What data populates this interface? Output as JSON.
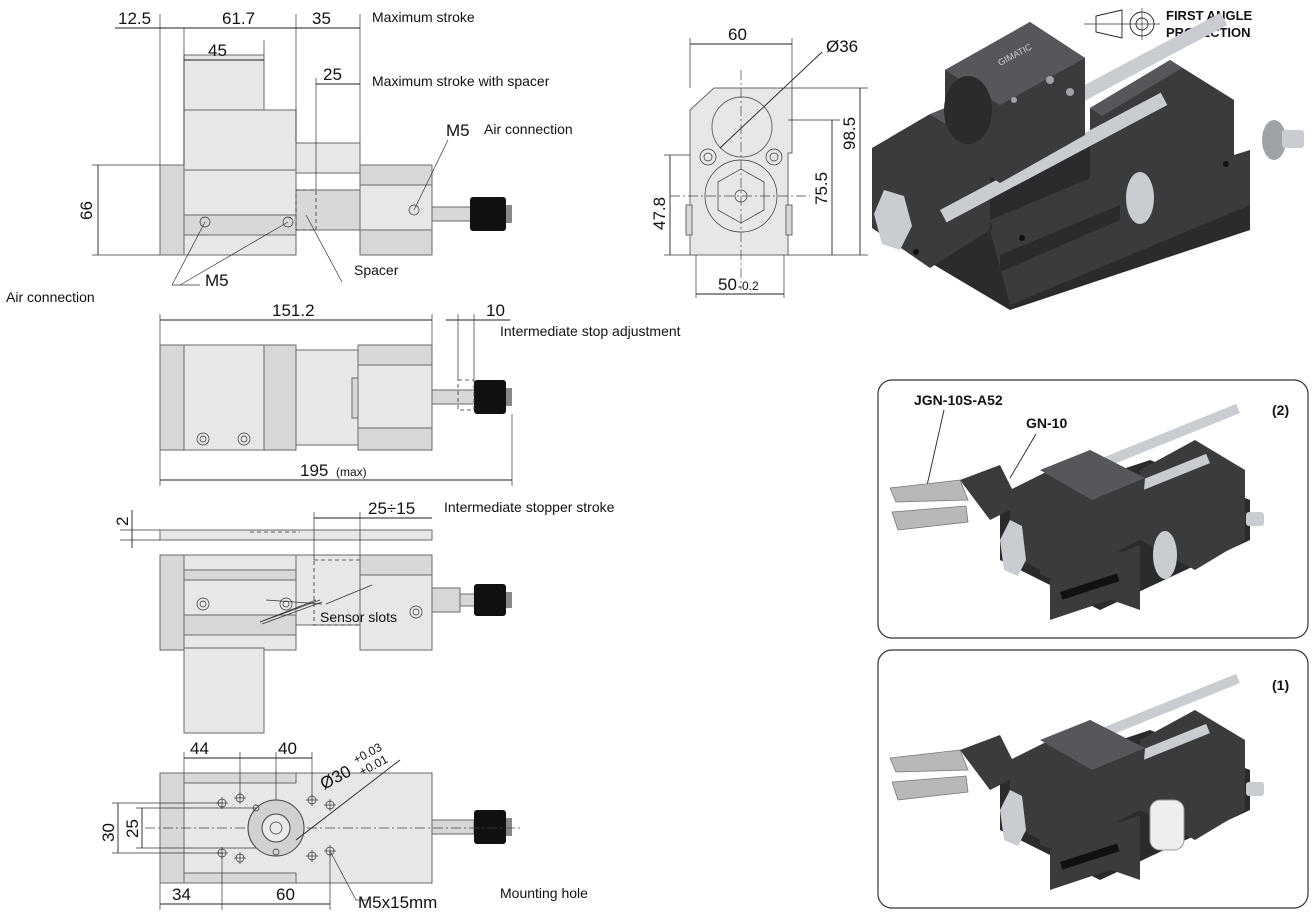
{
  "dimensions": {
    "d12_5": "12.5",
    "d61_7": "61.7",
    "d35": "35",
    "d45": "45",
    "d25_spacer": "25",
    "d66": "66",
    "d60_end": "60",
    "d36_dia": "Ø36",
    "d98_5": "98.5",
    "d75_5": "75.5",
    "d47_8": "47.8",
    "d50": "50",
    "d50_tol": "-0.2",
    "d151_2": "151.2",
    "d10": "10",
    "d195": "195",
    "d195_note": "(max)",
    "d2": "2",
    "d25_15": "25÷15",
    "d44": "44",
    "d40": "40",
    "d30_dia": "Ø30",
    "d30_tol_up": "+0.03",
    "d30_tol_low": "+0.01",
    "d30": "30",
    "d25": "25",
    "d34": "34",
    "d60_bottom": "60"
  },
  "labels": {
    "max_stroke": "Maximum stroke",
    "max_stroke_spacer": "Maximum stroke with spacer",
    "m5_top": "M5",
    "air_connection_top": "Air connection",
    "m5_left": "M5",
    "spacer": "Spacer",
    "air_connection_left": "Air connection",
    "intermediate_stop": "Intermediate stop adjustment",
    "intermediate_stopper_stroke": "Intermediate stopper stroke",
    "sensor_slots": "Sensor slots",
    "m5x15": "M5x15mm",
    "mounting_hole": "Mounting hole",
    "projection": "FIRST ANGLE",
    "projection_2": "PROJECTION",
    "product_brand": "GIMATIC"
  },
  "variants": {
    "v2_tag": "(2)",
    "v2_part_a": "JGN-10S-A52",
    "v2_part_b": "GN-10",
    "v1_tag": "(1)"
  }
}
